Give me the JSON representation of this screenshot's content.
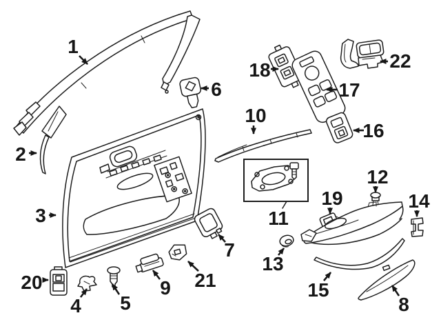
{
  "diagram": {
    "type": "exploded-parts-diagram",
    "subject": "front-door-interior-trim",
    "background_color": "#ffffff",
    "line_color": "#1c1c1c",
    "label_color": "#161616"
  },
  "callouts": [
    {
      "label": "1"
    },
    {
      "label": "2"
    },
    {
      "label": "3"
    },
    {
      "label": "4"
    },
    {
      "label": "5"
    },
    {
      "label": "6"
    },
    {
      "label": "7"
    },
    {
      "label": "8"
    },
    {
      "label": "9"
    },
    {
      "label": "10"
    },
    {
      "label": "11"
    },
    {
      "label": "12"
    },
    {
      "label": "13"
    },
    {
      "label": "14"
    },
    {
      "label": "15"
    },
    {
      "label": "16"
    },
    {
      "label": "17"
    },
    {
      "label": "18"
    },
    {
      "label": "19"
    },
    {
      "label": "20"
    },
    {
      "label": "21"
    },
    {
      "label": "22"
    }
  ]
}
